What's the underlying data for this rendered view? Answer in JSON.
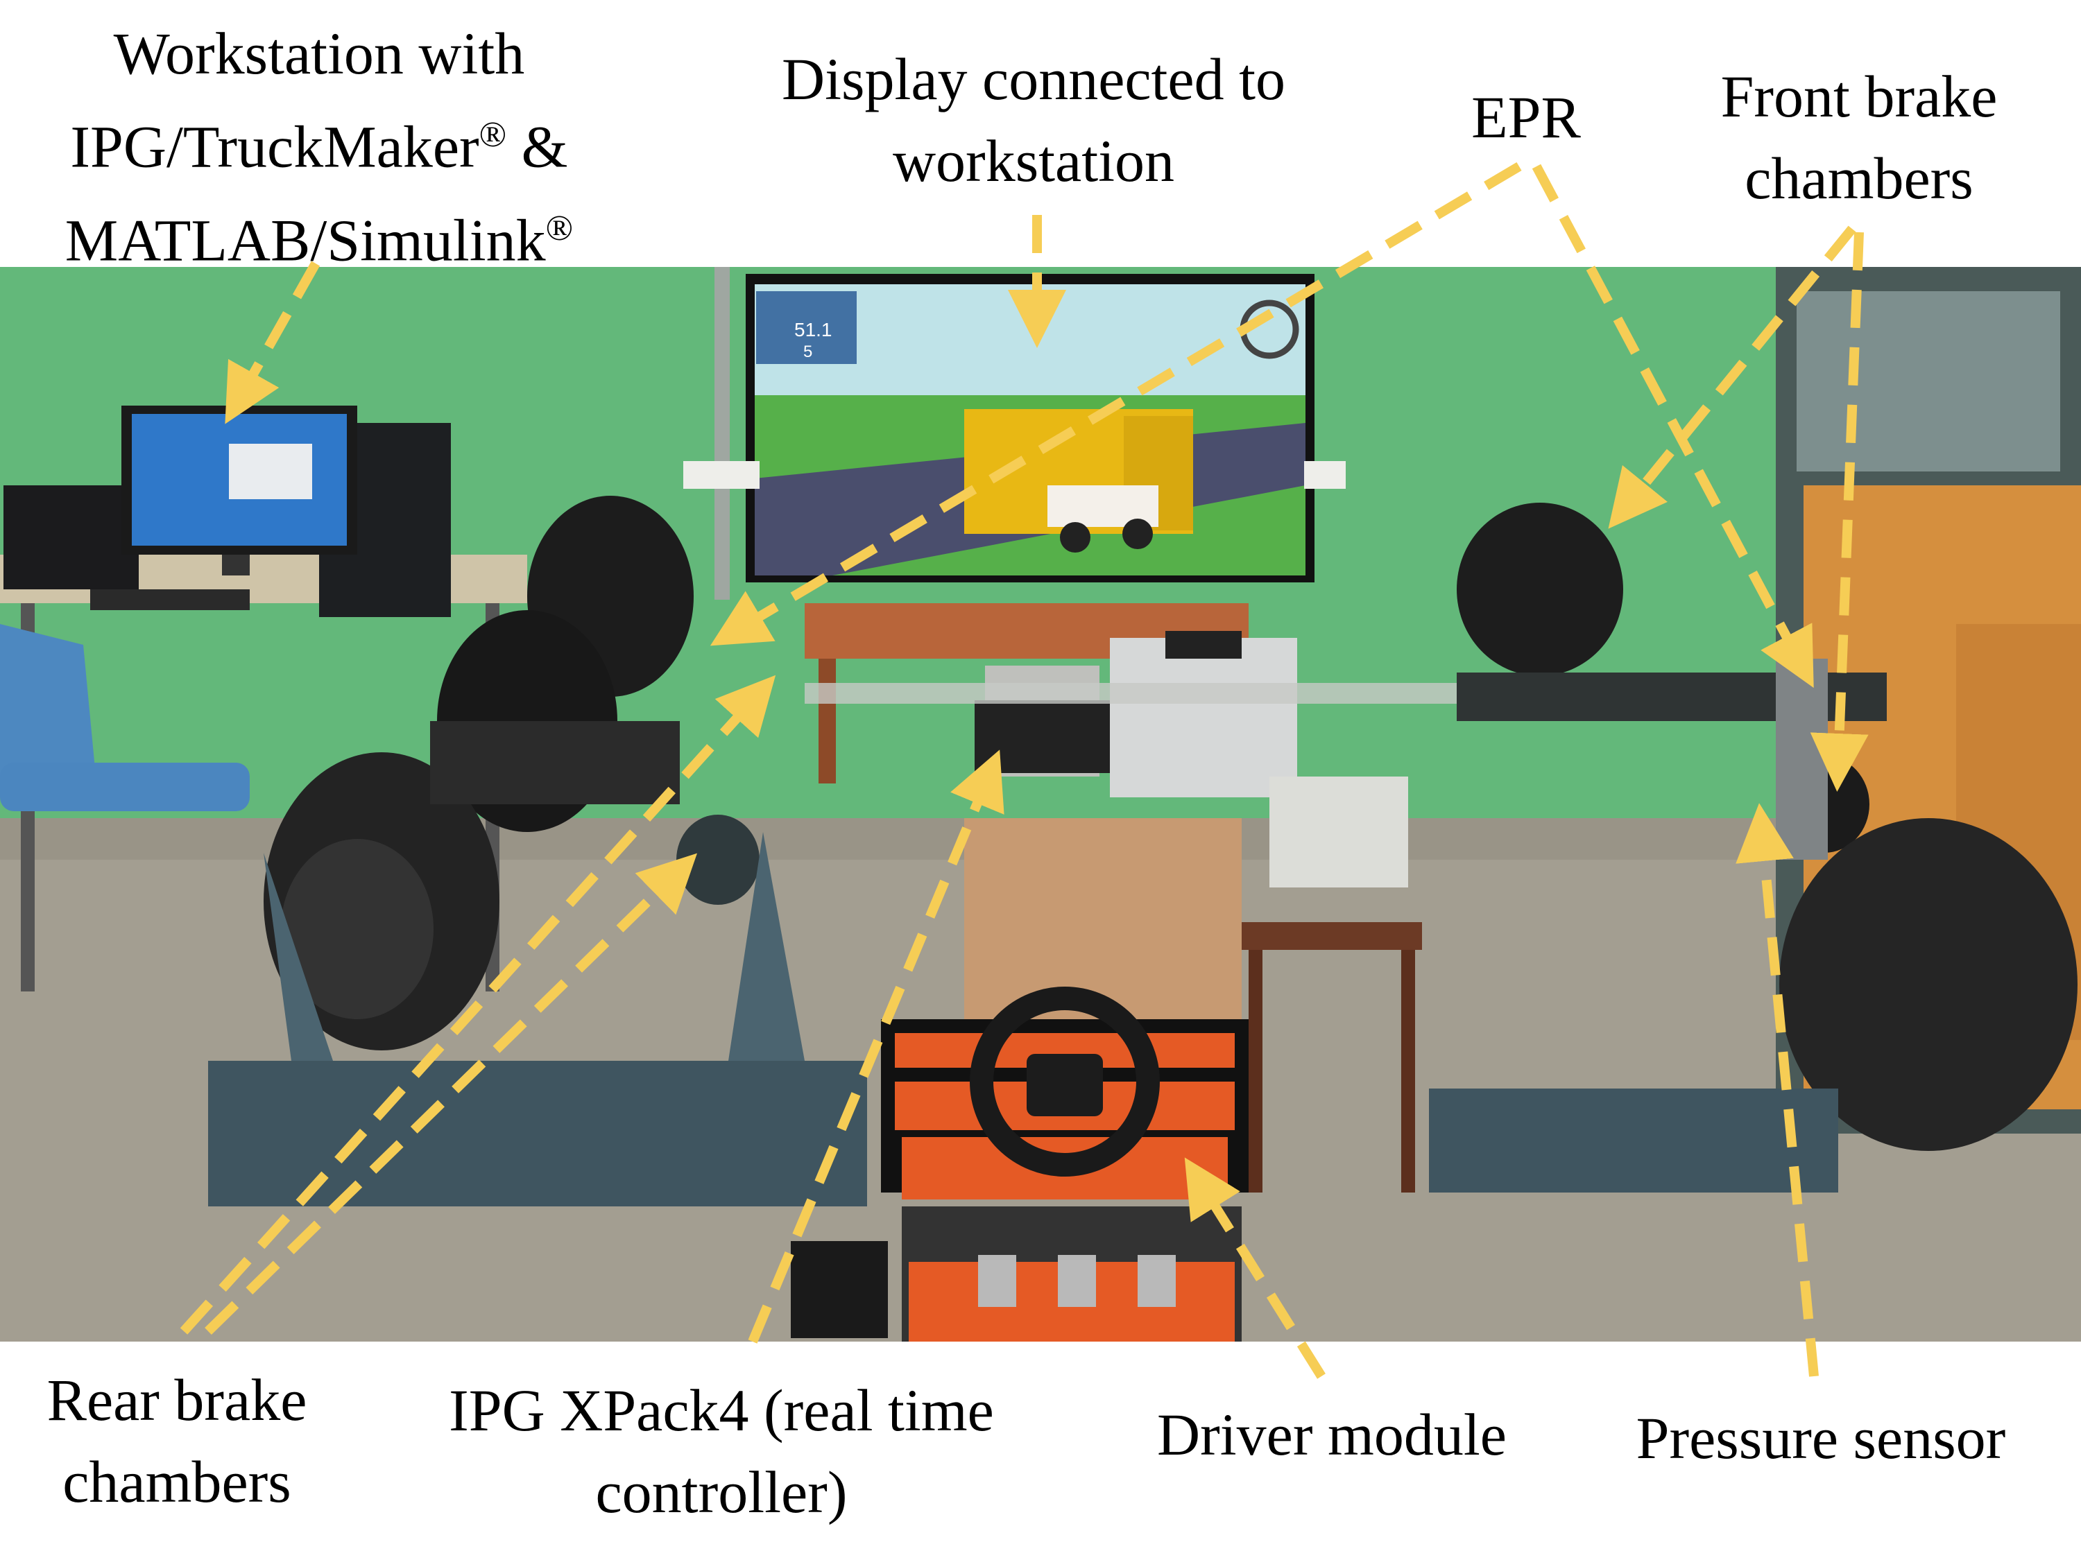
{
  "labels": {
    "workstation": {
      "line1": "Workstation with",
      "line2_a": "IPG/TruckMaker",
      "line2_reg": "®",
      "line2_b": " &",
      "line3_a": "MATLAB/Simulink",
      "line3_reg": "®"
    },
    "display": {
      "line1": "Display connected to",
      "line2": "workstation"
    },
    "epr": "EPR",
    "front_brake": {
      "line1": "Front brake",
      "line2": "chambers"
    },
    "rear_brake": {
      "line1": "Rear brake",
      "line2": "chambers"
    },
    "xpack": {
      "line1": "IPG XPack4 (real time",
      "line2": "controller)"
    },
    "driver_module": "Driver module",
    "pressure_sensor": "Pressure sensor"
  },
  "screen_hud": {
    "speed": "51.1",
    "gear": "5"
  },
  "wall_photo_colors": {
    "wall": "#63b87a",
    "floor": "#a8a294",
    "arrow": "#f6cd55",
    "truck_body": "#e8b814"
  }
}
